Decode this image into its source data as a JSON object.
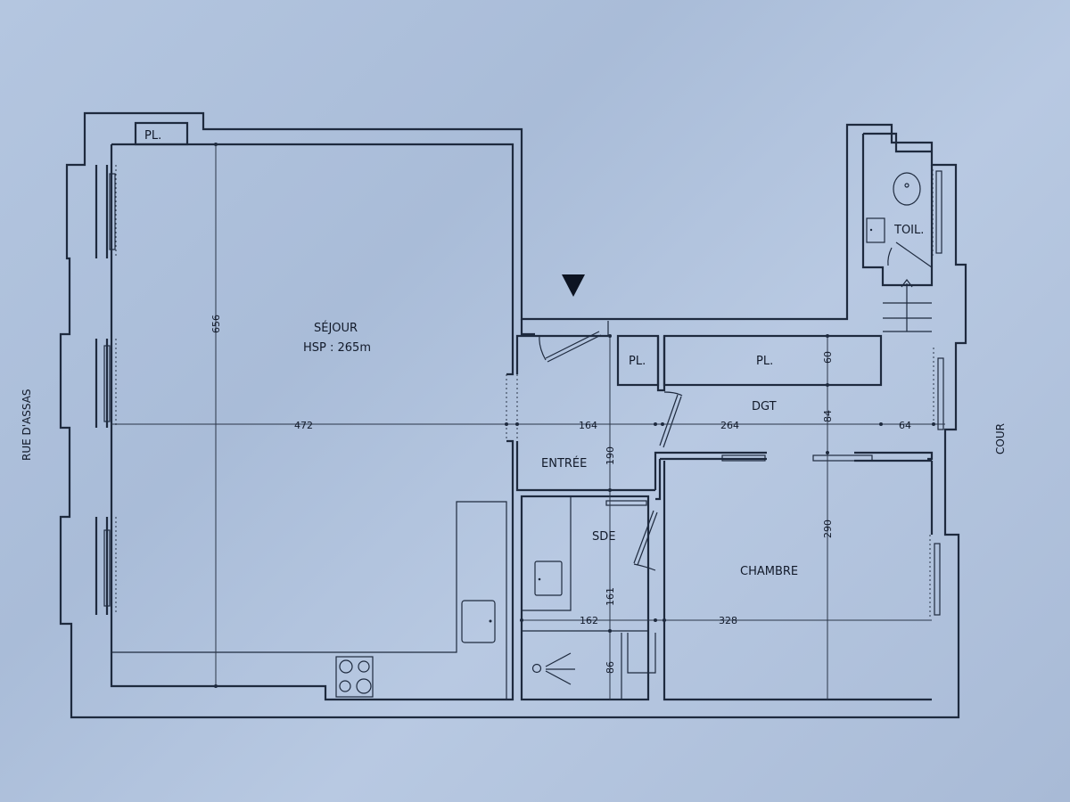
{
  "plan": {
    "rooms": {
      "sejour": {
        "name": "SÉJOUR",
        "ceiling_height": "HSP : 265m"
      },
      "entree": {
        "name": "ENTRÉE"
      },
      "sde": {
        "name": "SDE"
      },
      "chambre": {
        "name": "CHAMBRE"
      },
      "dgt": {
        "name": "DGT"
      },
      "toilettes": {
        "name": "TOIL."
      },
      "placard_sejour": {
        "name": "PL."
      },
      "placard_entree": {
        "name": "PL."
      },
      "placard_dgt": {
        "name": "PL."
      }
    },
    "dimensions": {
      "sejour_height": "656",
      "sejour_width": "472",
      "entree_width": "164",
      "entree_height": "190",
      "dgt_width": "264",
      "dgt_right": "64",
      "placard_depth": "60",
      "dgt_depth": "84",
      "chambre_height": "290",
      "chambre_width": "328",
      "sde_width": "162",
      "sde_height": "161",
      "shower_height": "86"
    },
    "streets": {
      "left": "RUE D'ASSAS",
      "right": "COUR"
    },
    "entrance_marker": "entrance-arrow"
  }
}
